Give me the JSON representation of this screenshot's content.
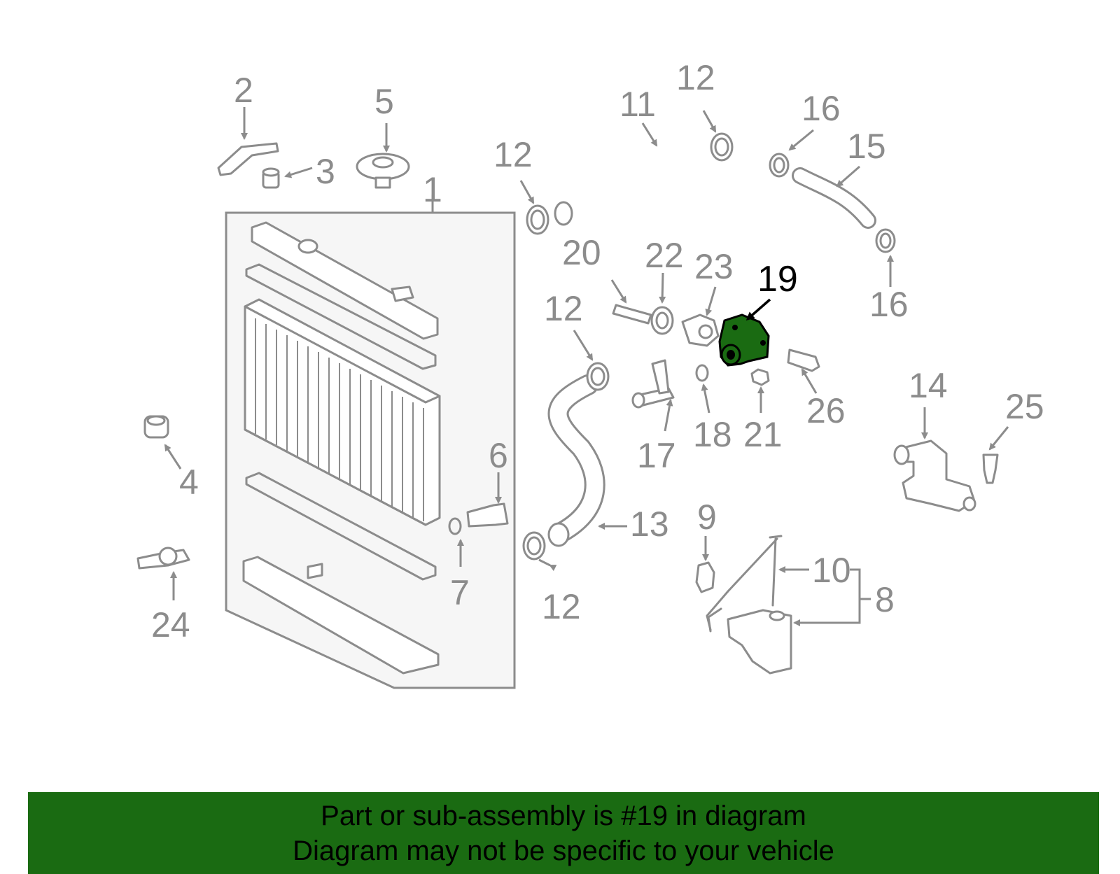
{
  "callouts": [
    "1",
    "2",
    "3",
    "4",
    "5",
    "6",
    "7",
    "8",
    "9",
    "10",
    "11",
    "12",
    "12",
    "12",
    "12",
    "13",
    "14",
    "15",
    "16",
    "16",
    "17",
    "18",
    "19",
    "20",
    "21",
    "22",
    "23",
    "24",
    "25",
    "26"
  ],
  "highlight": {
    "label": "19",
    "color": "#1a6b12"
  },
  "banner": {
    "line1": "Part or sub-assembly is #19 in diagram",
    "line2": "Diagram may not be specific to your vehicle",
    "background": "#1a6b12"
  }
}
